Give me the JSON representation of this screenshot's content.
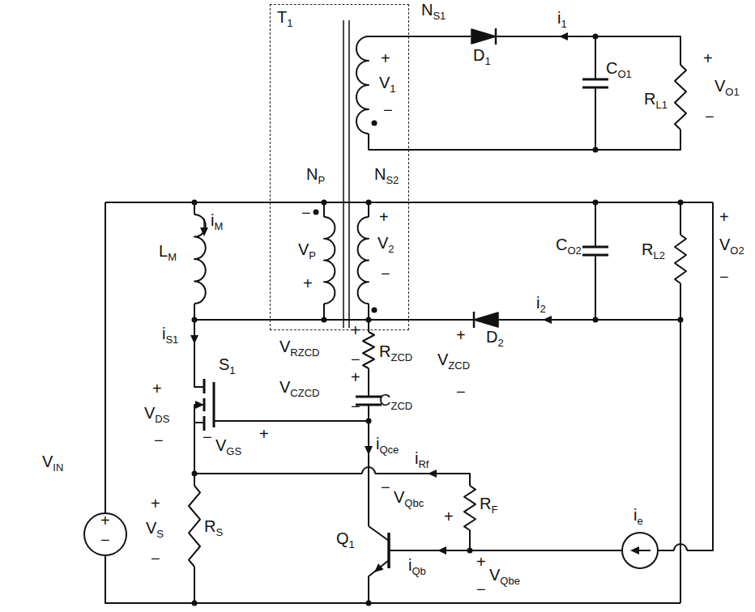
{
  "diagram": {
    "nodes": [
      {
        "text": [
          "T1"
        ]
      }
    ],
    "labels": [
      "NS1",
      "i1",
      "D1",
      "+",
      "V1",
      "−",
      "CO1",
      "RL1",
      "+",
      "VO1",
      "−",
      "NP",
      "NS2",
      "−",
      "VP",
      "+",
      "+",
      "V2",
      "−",
      "CO2",
      "RL2",
      "+",
      "VO2",
      "−",
      "LM",
      "iM",
      "VIN",
      "+",
      "−",
      "iS1",
      "+",
      "VRZCD",
      "−",
      "+",
      "VCZCD",
      "−",
      "RZCD",
      "CZCD",
      "+",
      "VZCD",
      "−",
      "D2",
      "i2",
      "S1",
      "+",
      "VDS",
      "−",
      "−",
      "VGS",
      "+",
      "iQce",
      "iRf",
      "RF",
      "−",
      "VQbc",
      "+",
      "Q1",
      "iQb",
      "+",
      "VQbe",
      "−",
      "ie",
      "+",
      "VS",
      "−",
      "RS"
    ]
  }
}
